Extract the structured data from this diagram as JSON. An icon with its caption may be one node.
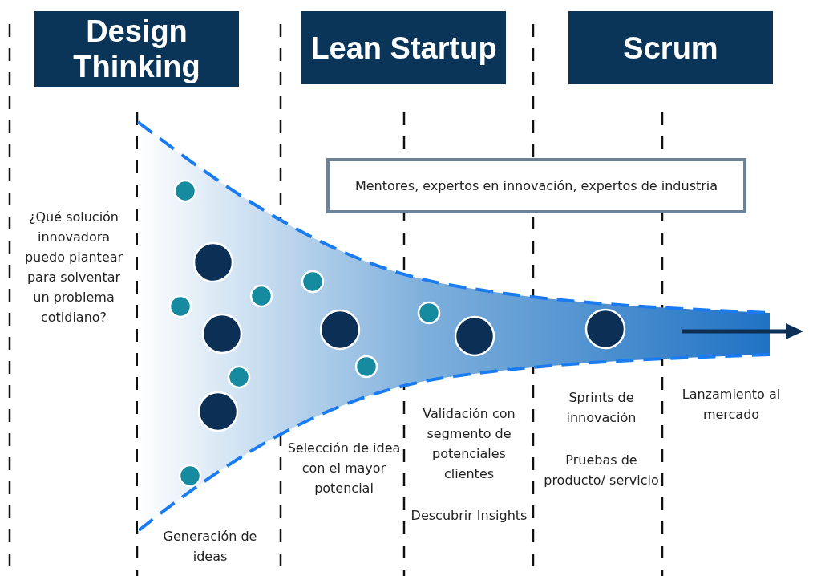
{
  "diagram": {
    "nodes": [
      {
        "text": [
          "Design Thinking"
        ]
      },
      {
        "text": [
          "Lean Startup"
        ]
      },
      {
        "text": [
          "Scrum"
        ]
      },
      {
        "text": [
          "Mentores, expertos en innovación, expertos de industria"
        ]
      }
    ],
    "labels": [
      "¿Qué solución innovadora puedo plantear para solventar un problema cotidiano?",
      "Generación de ideas",
      "Selección de idea con el mayor potencial",
      "Validación con segmento de potenciales clientes",
      "Descubrir Insights",
      "Sprints de innovación",
      "Pruebas de producto/ servicio",
      "Lanzamiento al mercado"
    ]
  }
}
